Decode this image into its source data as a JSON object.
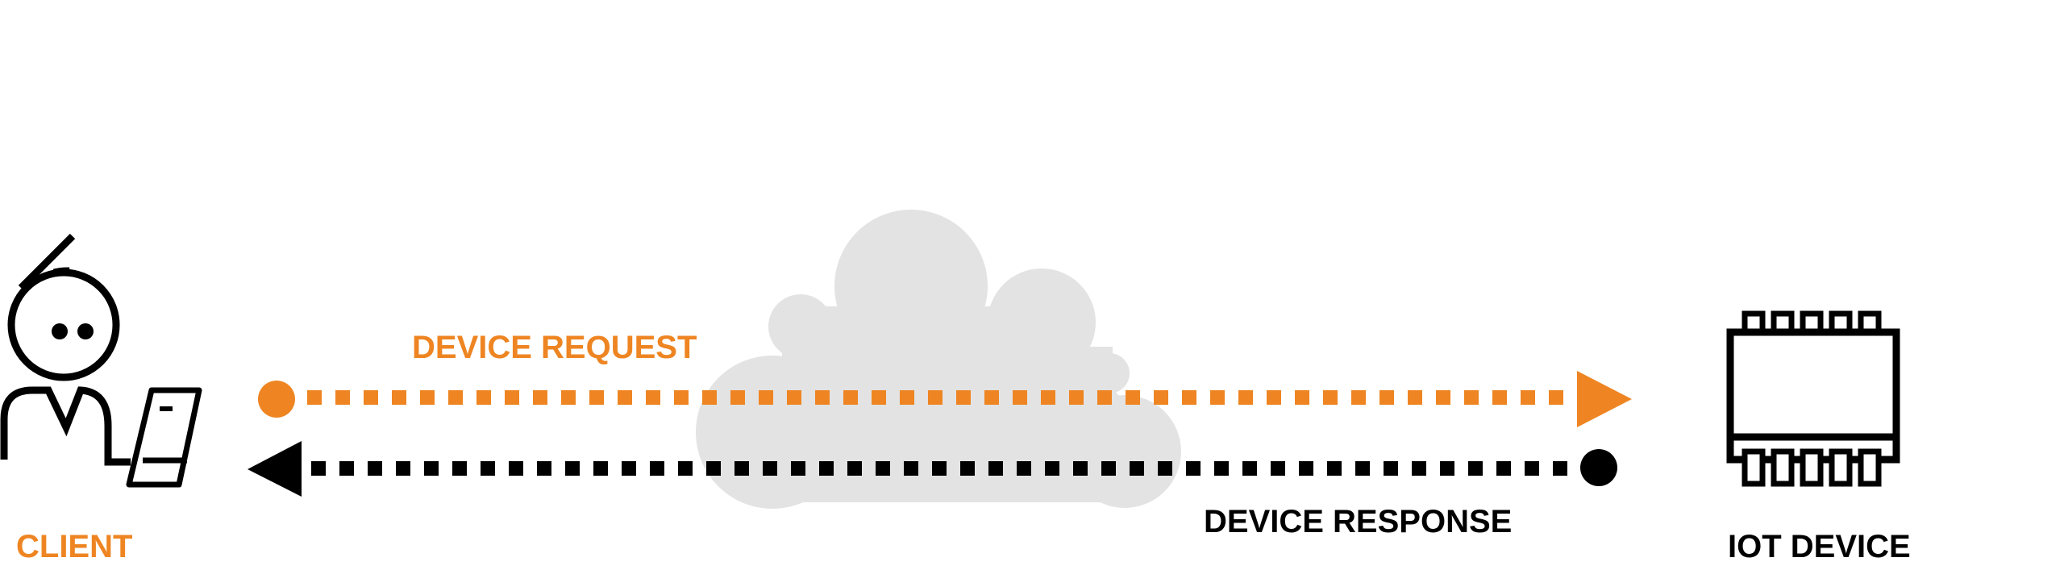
{
  "labels": {
    "client": "CLIENT",
    "iot_device": "IOT DEVICE",
    "request": "DEVICE REQUEST",
    "response": "DEVICE RESPONSE"
  },
  "colors": {
    "accent": "#EE8522",
    "dark": "#000000",
    "cloud": "#E3E3E3"
  },
  "icons": {
    "client": "person-with-phone-icon",
    "device": "chip-icon",
    "network": "cloud-icon"
  }
}
